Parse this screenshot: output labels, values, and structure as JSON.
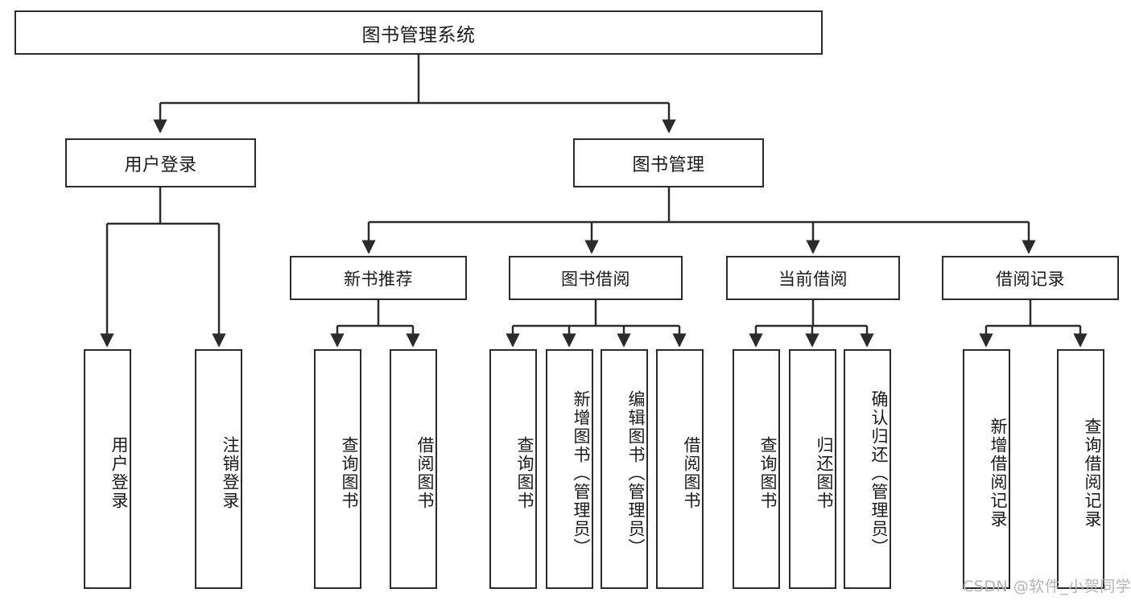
{
  "diagram": {
    "type": "tree-hierarchy",
    "title": "图书管理系统",
    "watermark": "CSDN @软件_小贺同学",
    "colors": {
      "stroke": "#2b2b2b",
      "fill": "#ffffff",
      "text": "#1a1a1a",
      "watermark": "#b4b4b4"
    },
    "nodes": {
      "root": {
        "label": "图书管理系统"
      },
      "level2": [
        {
          "label": "用户登录"
        },
        {
          "label": "图书管理"
        }
      ],
      "level3": [
        {
          "label": "新书推荐"
        },
        {
          "label": "图书借阅"
        },
        {
          "label": "当前借阅"
        },
        {
          "label": "借阅记录"
        }
      ],
      "leaves": [
        {
          "label": "用户登录"
        },
        {
          "label": "注销登录"
        },
        {
          "label": "查询图书"
        },
        {
          "label": "借阅图书"
        },
        {
          "label": "查询图书"
        },
        {
          "label": "新增图书（管理员）"
        },
        {
          "label": "编辑图书（管理员）"
        },
        {
          "label": "借阅图书"
        },
        {
          "label": "查询图书"
        },
        {
          "label": "归还图书"
        },
        {
          "label": "确认归还（管理员）"
        },
        {
          "label": "新增借阅记录"
        },
        {
          "label": "查询借阅记录"
        }
      ]
    }
  }
}
